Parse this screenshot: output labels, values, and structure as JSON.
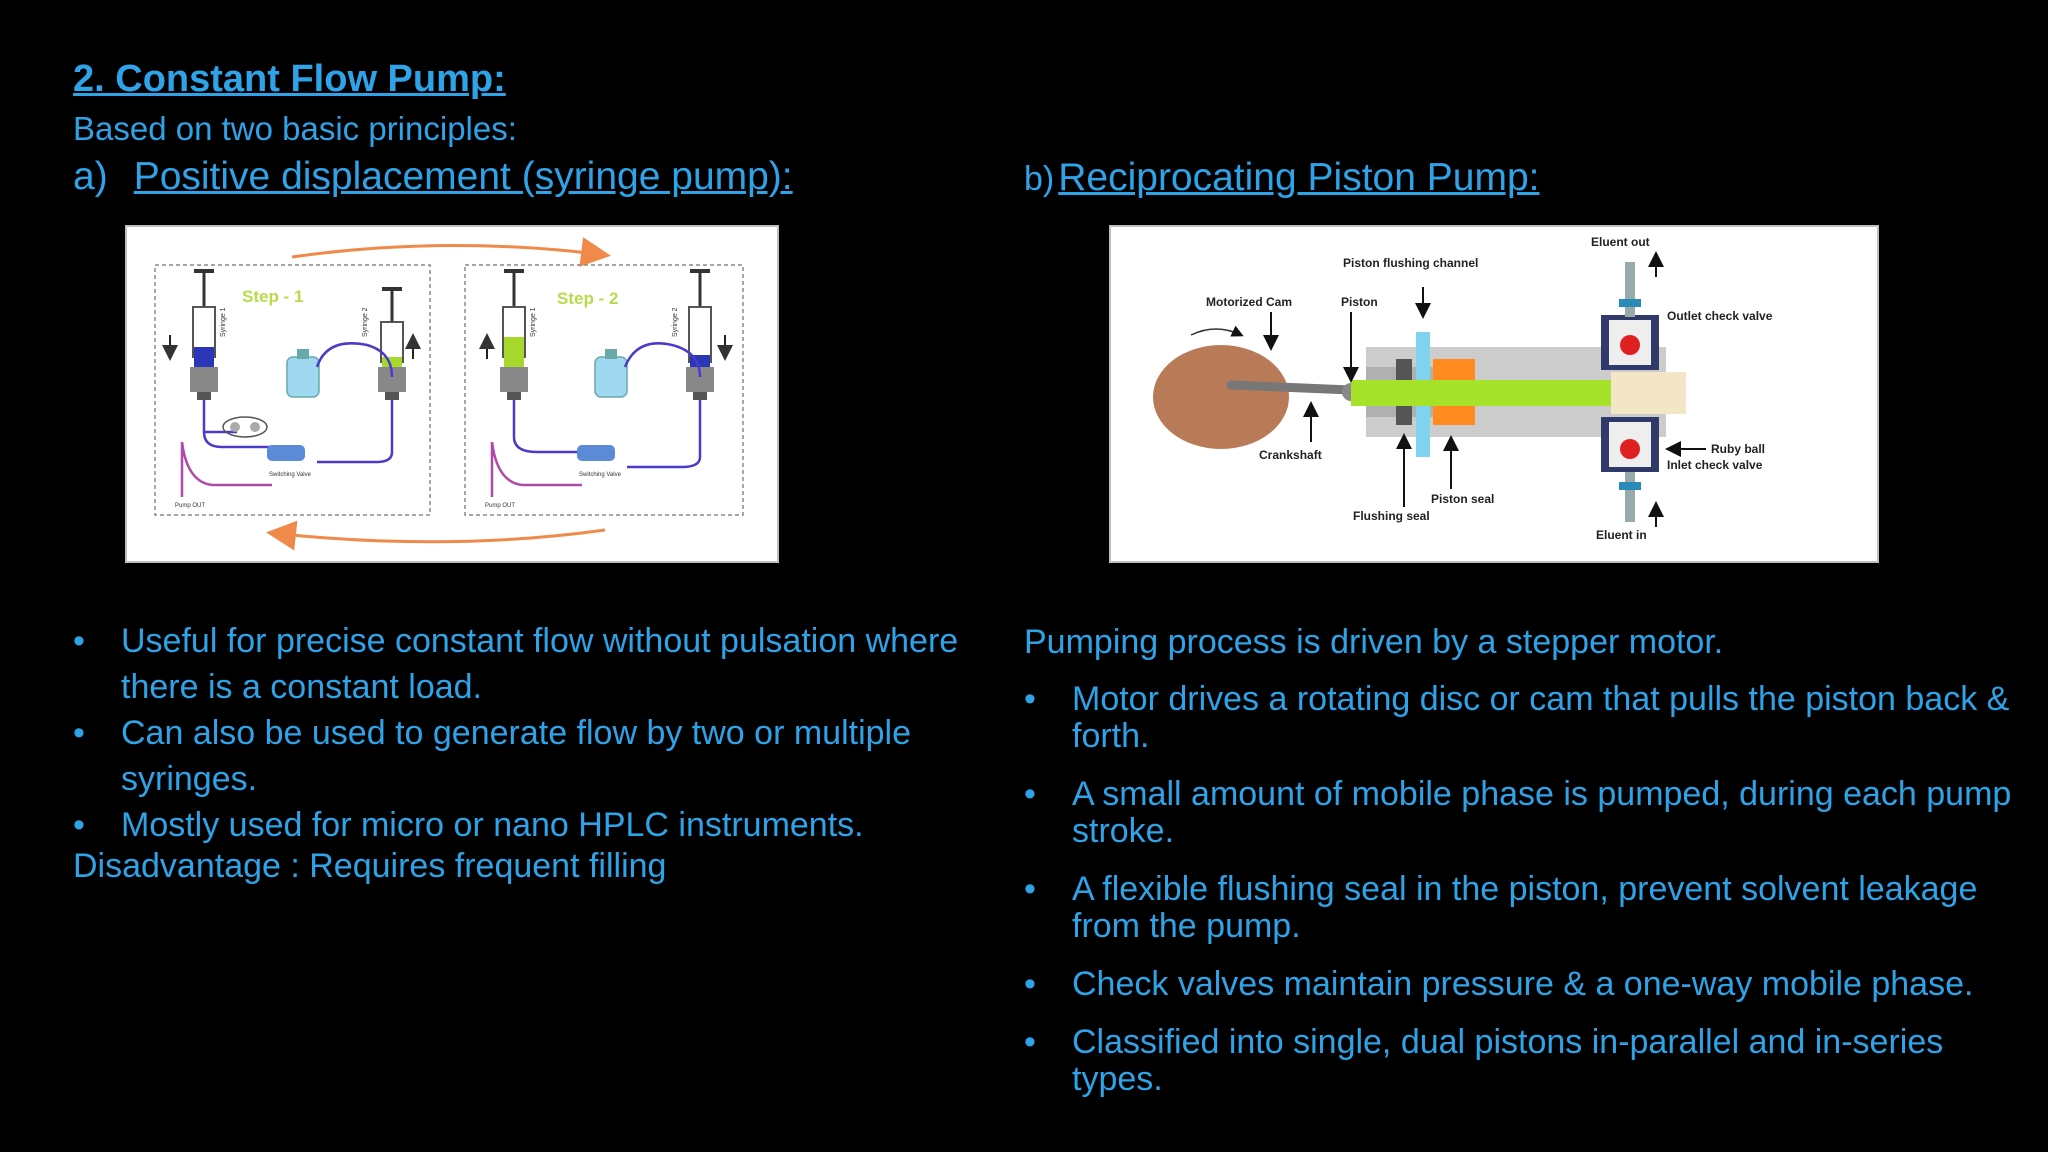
{
  "title": "2. Constant Flow Pump:",
  "subtitle": "Based on two basic principles:",
  "section_a": {
    "letter": "a)",
    "heading": "Positive displacement (syringe pump):",
    "figure": {
      "step1": "Step - 1",
      "step2": "Step - 2",
      "syringe_label_1": "Syringe 1",
      "syringe_label_2": "Syringe 2",
      "valve_label_1": "Switching Valve",
      "valve_label_2": "Switching Valve",
      "pump_out_1": "Pump OUT",
      "pump_out_2": "Pump OUT"
    },
    "bullets": [
      "Useful for precise constant flow without pulsation where there is a constant load.",
      "Can also be used to generate flow by two or multiple syringes.",
      "Mostly used for micro or nano HPLC instruments."
    ],
    "disadvantage": "Disadvantage : Requires frequent filling"
  },
  "section_b": {
    "letter": "b)",
    "heading": "Reciprocating Piston Pump:",
    "figure": {
      "eluent_out": "Eluent out",
      "piston_flushing_channel": "Piston flushing channel",
      "motorized_cam": "Motorized Cam",
      "piston": "Piston",
      "outlet_check_valve": "Outlet check valve",
      "crankshaft": "Crankshaft",
      "piston_seal": "Piston seal",
      "flushing_seal": "Flushing seal",
      "ruby_ball": "Ruby ball",
      "inlet_check_valve": "Inlet check valve",
      "eluent_in": "Eluent in"
    },
    "intro": "Pumping process is driven by a stepper motor.",
    "bullets": [
      "Motor drives a rotating disc or cam that pulls the piston back & forth.",
      "A small amount of mobile phase is pumped, during each pump stroke.",
      "A flexible flushing seal in the piston, prevent solvent leakage from the pump.",
      "Check valves maintain pressure & a one-way mobile phase.",
      "Classified into single, dual pistons in-parallel and in-series types."
    ]
  },
  "colors": {
    "text": "#2ea3e8",
    "background": "#000000",
    "syringe_blue": "#2a37b8",
    "syringe_green": "#a6d92b",
    "arrow_orange": "#f08a4b",
    "cam_brown": "#b97a57",
    "piston_green": "#a7e22a",
    "seal_orange": "#ff8a1f",
    "channel_blue": "#7fd3ef"
  }
}
